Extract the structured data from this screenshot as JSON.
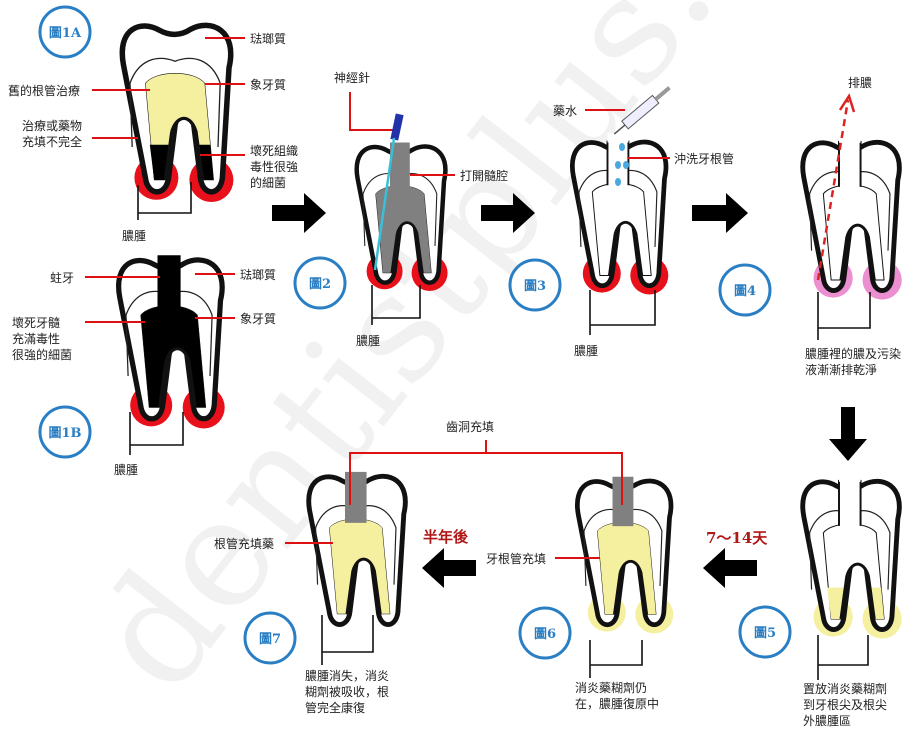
{
  "watermark": "dentistplus.tw",
  "figures": {
    "f1a": "圖1A",
    "f1b": "圖1B",
    "f2": "圖2",
    "f3": "圖3",
    "f4": "圖4",
    "f5": "圖5",
    "f6": "圖6",
    "f7": "圖7"
  },
  "fig1a": {
    "enamel": "琺瑯質",
    "dentin": "象牙質",
    "old_treatment": "舊的根管治療",
    "incomplete_1": "治療或藥物",
    "incomplete_2": "充填不完全",
    "necrotic_1": "壞死組織",
    "necrotic_2": "毒性很強",
    "necrotic_3": "的細菌",
    "abscess": "膿腫"
  },
  "fig1b": {
    "cavity": "蛀牙",
    "enamel": "琺瑯質",
    "dentin": "象牙質",
    "pulp_1": "壞死牙髓",
    "pulp_2": "充滿毒性",
    "pulp_3": "很強的細菌",
    "abscess": "膿腫"
  },
  "fig2": {
    "needle": "神經針",
    "open": "打開髓腔",
    "abscess": "膿腫"
  },
  "fig3": {
    "medicine": "藥水",
    "flush": "沖洗牙根管",
    "abscess": "膿腫"
  },
  "fig4": {
    "drain": "排膿",
    "desc_1": "膿腫裡的膿及污染",
    "desc_2": "液漸漸排乾淨"
  },
  "fig5": {
    "desc_1": "置放消炎藥糊劑",
    "desc_2": "到牙根尖及根尖",
    "desc_3": "外膿腫區"
  },
  "fig6": {
    "fill": "牙根管充填",
    "desc_1": "消炎藥糊劑仍",
    "desc_2": "在，膿腫復原中"
  },
  "fig7": {
    "fill_drug": "根管充填藥",
    "desc_1": "膿腫消失，消炎",
    "desc_2": "糊劑被吸收，根",
    "desc_3": "管完全康復"
  },
  "shared": {
    "cavity_fill": "齒洞充填"
  },
  "intervals": {
    "days": "7～14天",
    "half_year": "半年後"
  },
  "colors": {
    "abscess_red": "#e8101a",
    "abscess_pink": "#ec8fd0",
    "paste_yellow": "#f5f0a0",
    "fill_gray": "#808080",
    "figure_blue": "#2a7fc4",
    "leader_red": "#d11111"
  }
}
